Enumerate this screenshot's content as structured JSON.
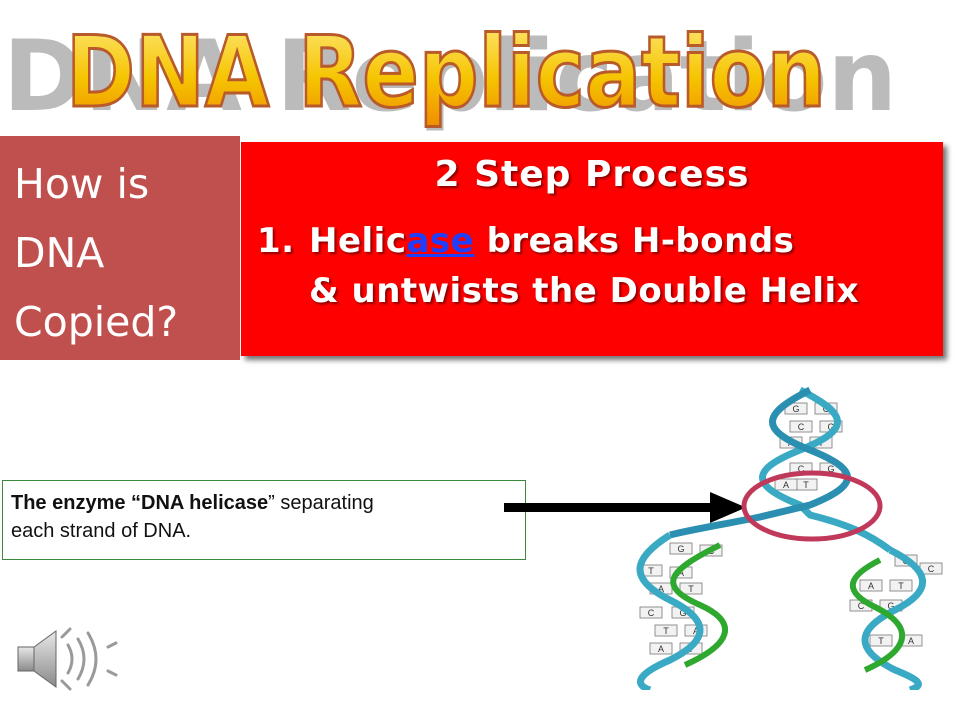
{
  "slide": {
    "title": "DNA Replication",
    "question_lines": [
      "How is",
      "DNA",
      "Copied?"
    ],
    "process": {
      "heading": "2 Step Process",
      "step_number": "1.",
      "step_part1": "Helic",
      "step_highlight": "ase",
      "step_part2": " breaks H-bonds",
      "step_line2": "& untwists the Double Helix"
    },
    "caption": {
      "bold1": "The enzyme “DNA helicase",
      "normal1": "” separating",
      "line2": "each strand of DNA."
    },
    "dna_base_labels": [
      "G",
      "C",
      "C",
      "G",
      "A",
      "T",
      "C",
      "G",
      "T",
      "A",
      "G",
      "C",
      "T",
      "A",
      "A",
      "T",
      "C",
      "G",
      "T",
      "A",
      "A",
      "T",
      "G",
      "C",
      "A",
      "T",
      "C",
      "G",
      "T",
      "A"
    ]
  },
  "colors": {
    "title_fill": "#f5c400",
    "title_stroke": "#c0504d",
    "left_box": "#c0504d",
    "red_box": "#ff0000",
    "highlight": "#1f3fff",
    "helix_strand": "#3aaac4",
    "new_strand": "#2ea82e",
    "ellipse": "#c0395a"
  },
  "icons": [
    "speaker-icon"
  ]
}
